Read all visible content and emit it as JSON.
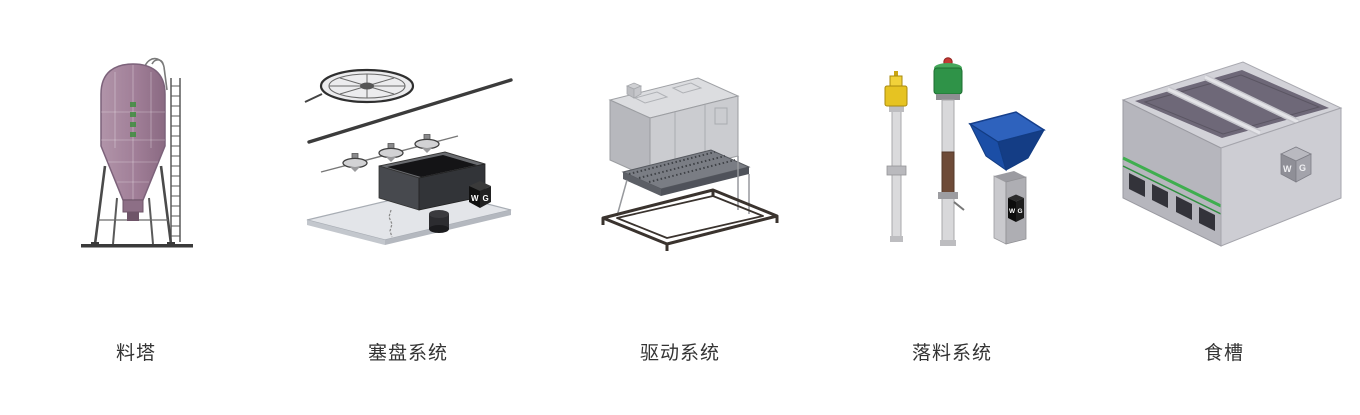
{
  "page": {
    "background_color": "#ffffff"
  },
  "brand": {
    "logo_w": "W",
    "logo_g": "G"
  },
  "colors": {
    "silo_body": "#a5849d",
    "hopper_blue": "#1b4ea6",
    "accent_green": "#3fae4f",
    "metal_light": "#d6d7d9",
    "metal_mid": "#b4b4bb",
    "frame_dark": "#3a332e",
    "sensor_yellow": "#e6c322",
    "motor_green": "#2f9348",
    "label_text": "#333333"
  },
  "products": [
    {
      "id": "feed-silo",
      "label": "料塔"
    },
    {
      "id": "plug-disc-system",
      "label": "塞盘系统"
    },
    {
      "id": "drive-system",
      "label": "驱动系统"
    },
    {
      "id": "drop-feed-system",
      "label": "落料系统"
    },
    {
      "id": "feed-trough",
      "label": "食槽"
    }
  ]
}
